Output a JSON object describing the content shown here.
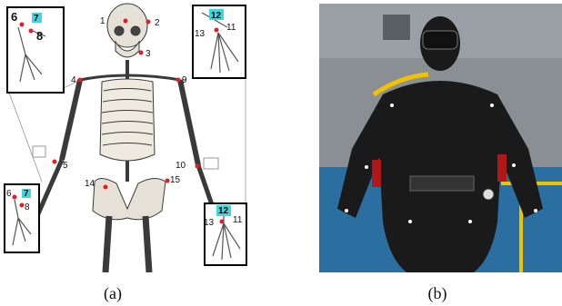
{
  "captions": {
    "a": "(a)",
    "b": "(b)"
  },
  "keypoints": {
    "skull_left": "1",
    "skull_right": "2",
    "jaw": "3",
    "shoulder_left": "4",
    "elbow_left": "5",
    "wrist_left_a": "6",
    "thumb_left": "7",
    "index_left": "8",
    "shoulder_right": "9",
    "elbow_right": "10",
    "hand_right_outer": "11",
    "thumb_right": "12",
    "hand_right_inner": "13",
    "hip_left": "14",
    "hip_right": "15"
  },
  "colors": {
    "keypoint": "#e02020",
    "highlight": "#3fd6e0",
    "bone": "#d9d4c8",
    "bone_outline": "#3a3a3a",
    "wetsuit": "#1a1a1a",
    "pool_wall": "#2a6fa0",
    "background_wall": "#8a8f94"
  }
}
